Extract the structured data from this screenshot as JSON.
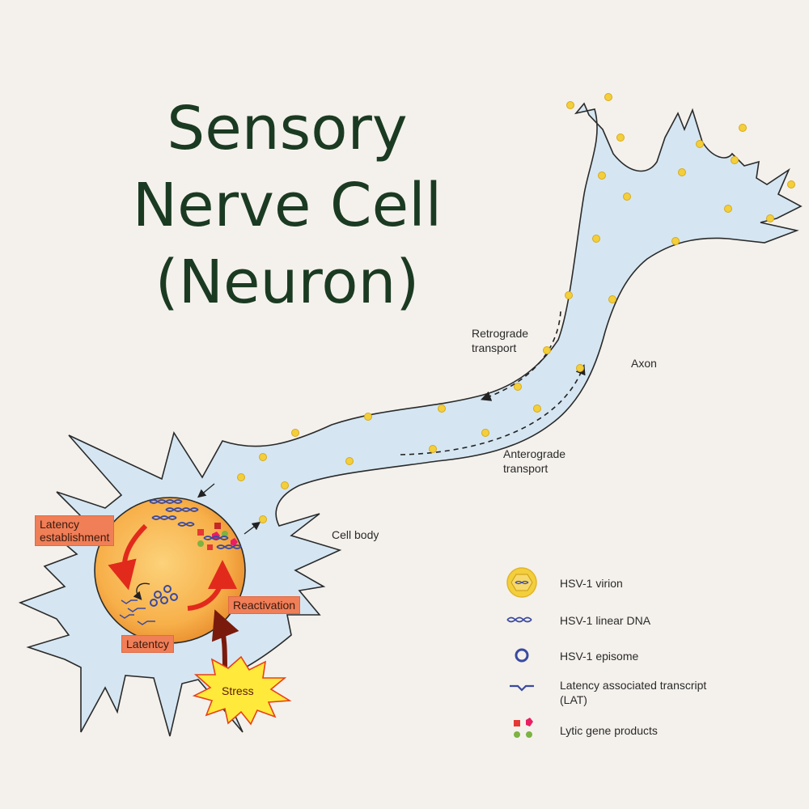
{
  "title": {
    "line1": "Sensory",
    "line2": "Nerve Cell",
    "line3": "(Neuron)"
  },
  "labels": {
    "retrograde": "Retrograde\ntransport",
    "retrograde_l1": "Retrograde",
    "retrograde_l2": "transport",
    "axon": "Axon",
    "anterograde_l1": "Anterograde",
    "anterograde_l2": "transport",
    "cell_body": "Cell body"
  },
  "cycle": {
    "latency_establishment_l1": "Latency",
    "latency_establishment_l2": "establishment",
    "latency": "Latentcy",
    "reactivation": "Reactivation",
    "stress": "Stress"
  },
  "legend": {
    "virion": "HSV-1 virion",
    "linear_dna": "HSV-1 linear DNA",
    "episome": "HSV-1 episome",
    "lat_l1": "Latency associated transcript",
    "lat_l2": "(LAT)",
    "lytic": "Lytic gene products"
  },
  "colors": {
    "background": "#f4f1ec",
    "title": "#1b3a22",
    "cell_fill": "#d5e6f2",
    "nucleus": "#f8b94a",
    "label_box": "#f07e57",
    "arrow_red": "#e12a1c",
    "virion": "#f3cf3c",
    "dna": "#3a4aa0"
  }
}
